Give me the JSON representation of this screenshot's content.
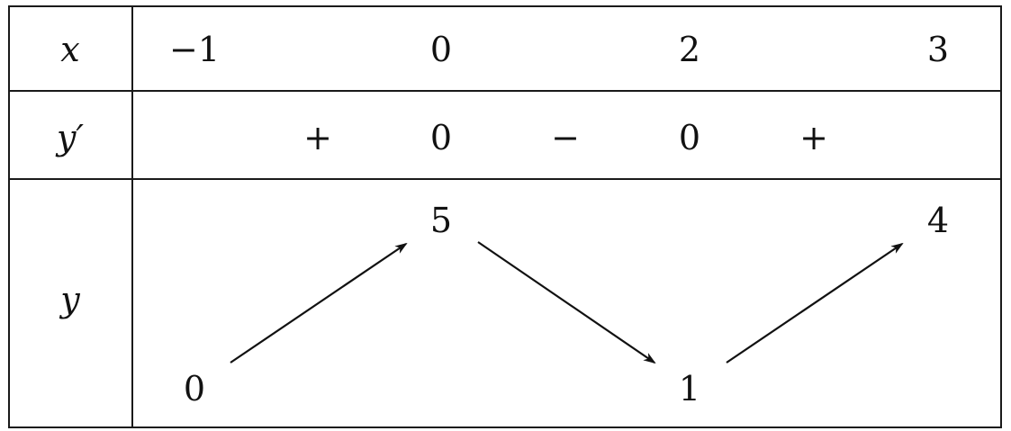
{
  "table": {
    "row_labels": {
      "x": "x",
      "yprime": "y′",
      "y": "y"
    },
    "x_values": [
      "−1",
      "0",
      "2",
      "3"
    ],
    "derivative_signs": [
      "+",
      "0",
      "−",
      "0",
      "+"
    ],
    "y_values": [
      {
        "x": "−1",
        "value": "0",
        "position": "low"
      },
      {
        "x": "0",
        "value": "5",
        "position": "high"
      },
      {
        "x": "2",
        "value": "1",
        "position": "low"
      },
      {
        "x": "3",
        "value": "4",
        "position": "high"
      }
    ],
    "arrows": [
      {
        "from": "0",
        "to": "5",
        "direction": "increasing"
      },
      {
        "from": "5",
        "to": "1",
        "direction": "decreasing"
      },
      {
        "from": "1",
        "to": "4",
        "direction": "increasing"
      }
    ]
  }
}
